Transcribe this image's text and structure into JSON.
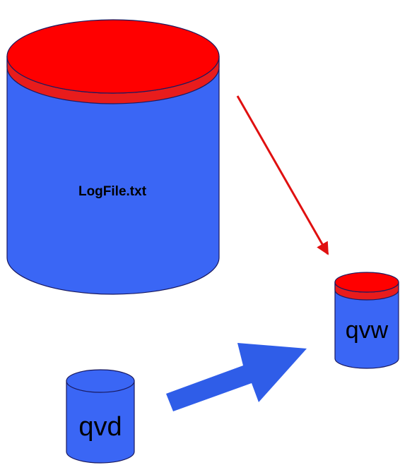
{
  "colors": {
    "body": "#3a66f5",
    "band": "#e81c1c",
    "top": "#ff0000",
    "outline": "#1a1a60",
    "arrow_thin": "#e01010",
    "arrow_thick": "#2f5de8",
    "background": "#ffffff"
  },
  "nodes": {
    "logfile": {
      "label": "LogFile.txt",
      "style": "cylinder-with-red-top"
    },
    "qvw": {
      "label": "qvw",
      "style": "cylinder-with-red-top"
    },
    "qvd": {
      "label": "qvd",
      "style": "cylinder-blue"
    }
  },
  "edges": [
    {
      "from": "logfile",
      "to": "qvw",
      "style": "thin-red-arrow"
    },
    {
      "from": "qvd",
      "to": "qvw",
      "style": "thick-blue-arrow"
    }
  ]
}
